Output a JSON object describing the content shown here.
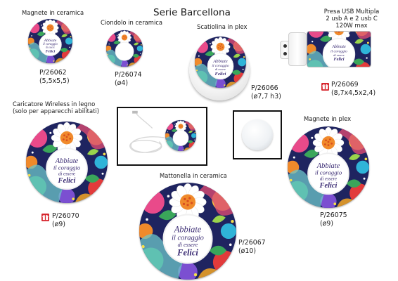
{
  "page": {
    "title": "Serie Barcellona"
  },
  "design": {
    "line1": "Abbiate",
    "line2": "il coraggio",
    "line3": "di essere",
    "line4": "Felici"
  },
  "colors": {
    "badge_red": "#d7262e",
    "frame": "#111111",
    "disc_dark": "#1f2460",
    "center_white": "#ffffff",
    "text_purple": "#3a2b73"
  },
  "products": {
    "magnete_ceramica": {
      "name": "Magnete in ceramica",
      "code": "P/26062",
      "size": "(5,5x5,5)"
    },
    "ciondolo": {
      "name": "Ciondolo in ceramica",
      "code": "P/26074",
      "size": "(ø4)"
    },
    "scatolina": {
      "name": "Scatiolina in plex",
      "code": "P/26066",
      "size": "(ø7,7 h3)"
    },
    "presa_usb": {
      "name_line1": "Presa USB Multipla",
      "name_line2": "2 usb A e 2 usb C",
      "name_line3": "120W max",
      "code": "P/26069",
      "size": "(8,7x4,5x2,4)",
      "icon": "gift-icon"
    },
    "caricatore": {
      "name_line1": "Caricatore Wireless in legno",
      "name_line2": "(solo per apparecchi abilitati)",
      "code": "P/26070",
      "size": "(ø9)",
      "icon": "gift-icon"
    },
    "magnete_plex": {
      "name": "Magnete in plex",
      "code": "P/26075",
      "size": "(ø9)"
    },
    "mattonella": {
      "name": "Mattonella in ceramica",
      "code": "P/26067",
      "size": "(ø10)"
    }
  }
}
